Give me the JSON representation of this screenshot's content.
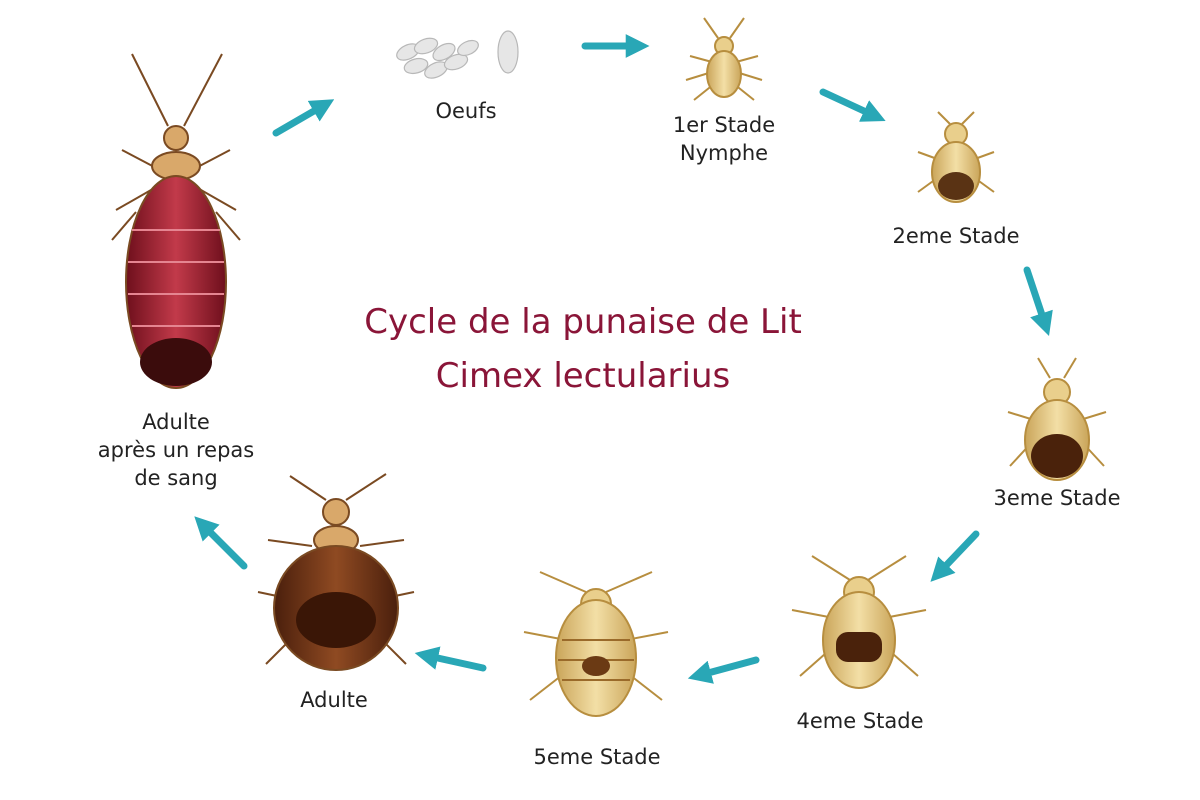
{
  "title": {
    "line1": "Cycle de la punaise de Lit",
    "line2": "Cimex lectularius",
    "color": "#8a1538"
  },
  "stages": {
    "eggs": "Oeufs",
    "nymph1_line1": "1er Stade",
    "nymph1_line2": "Nymphe",
    "stage2": "2eme Stade",
    "stage3": "3eme Stade",
    "stage4": "4eme Stade",
    "stage5": "5eme Stade",
    "adult": "Adulte",
    "fed_adult_line1": "Adulte",
    "fed_adult_line2": "après un repas",
    "fed_adult_line3": "de sang"
  },
  "colors": {
    "arrow": "#29a7b6",
    "nymph_body": "#e2c27a",
    "adult_body": "#6b2f12",
    "fed_body": "#9e1c2c",
    "label": "#222222"
  }
}
